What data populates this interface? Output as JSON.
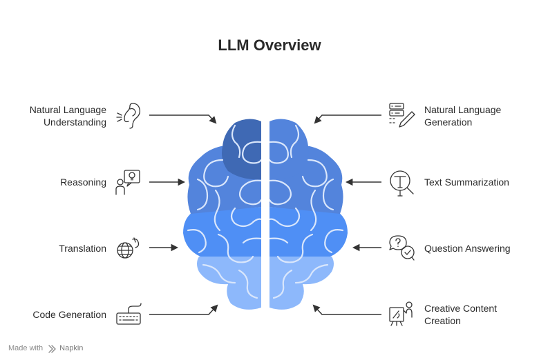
{
  "title": "LLM Overview",
  "colors": {
    "brain_dark": "#3f69b4",
    "brain_mid": "#5384dc",
    "brain_bright": "#4f8ff5",
    "brain_light": "#8db8fb",
    "line": "#d9e6fb",
    "arrow": "#333333",
    "icon": "#333333"
  },
  "left_items": [
    {
      "lines": [
        "Natural Language",
        "Understanding"
      ],
      "icon": "ear-icon"
    },
    {
      "lines": [
        "Reasoning"
      ],
      "icon": "person-idea-icon"
    },
    {
      "lines": [
        "Translation"
      ],
      "icon": "globe-icon"
    },
    {
      "lines": [
        "Code Generation"
      ],
      "icon": "keyboard-icon"
    }
  ],
  "right_items": [
    {
      "lines": [
        "Natural Language",
        "Generation"
      ],
      "icon": "server-pencil-icon"
    },
    {
      "lines": [
        "Text Summarization"
      ],
      "icon": "text-magnifier-icon"
    },
    {
      "lines": [
        "Question Answering"
      ],
      "icon": "chat-bubbles-icon"
    },
    {
      "lines": [
        "Creative Content",
        "Creation"
      ],
      "icon": "easel-artist-icon"
    }
  ],
  "footer": {
    "made_with": "Made with",
    "brand": "Napkin"
  }
}
